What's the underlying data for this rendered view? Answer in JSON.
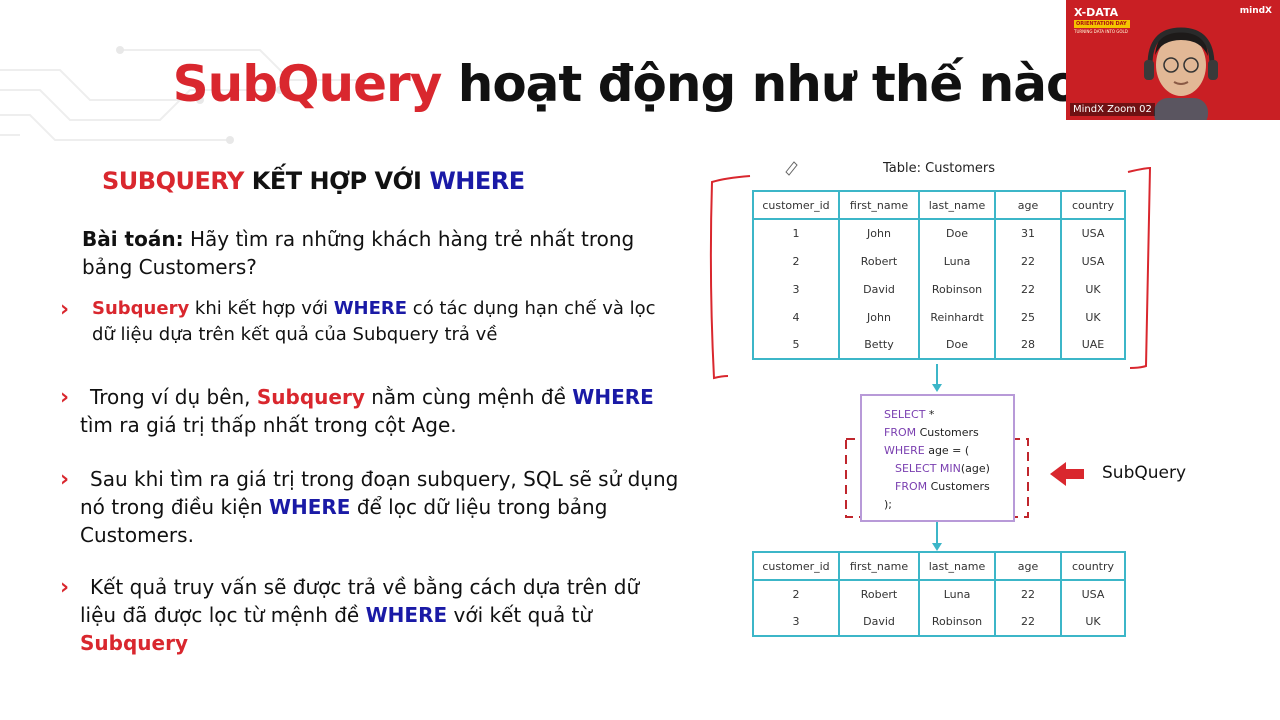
{
  "title": {
    "highlight": "SubQuery",
    "rest": " hoạt động như thế nào?"
  },
  "webcam": {
    "badge_line1": "X-DATA",
    "badge_line2": "ORIENTATION DAY",
    "badge_line3": "TURNING DATA INTO GOLD",
    "brand": "mindX",
    "caption": "MindX Zoom 02"
  },
  "subhead": {
    "part1": "SUBQUERY",
    "part2": " KẾT HỢP VỚI ",
    "part3": "WHERE"
  },
  "problem": {
    "label": "Bài toán:",
    "text": " Hãy tìm ra những khách hàng trẻ nhất trong bảng Customers?"
  },
  "bullets": [
    {
      "parts": [
        {
          "t": "Subquery",
          "c": "red"
        },
        {
          "t": " khi kết hợp với ",
          "c": ""
        },
        {
          "t": "WHERE",
          "c": "blue"
        },
        {
          "t": " có tác dụng hạn chế và lọc dữ liệu dựa trên kết quả của Subquery trả về",
          "c": ""
        }
      ]
    },
    {
      "parts": [
        {
          "t": "Trong ví dụ bên, ",
          "c": ""
        },
        {
          "t": "Subquery",
          "c": "red"
        },
        {
          "t": " nằm cùng mệnh đề ",
          "c": ""
        },
        {
          "t": "WHERE",
          "c": "blue"
        },
        {
          "t": " tìm ra giá trị thấp nhất trong cột Age.",
          "c": ""
        }
      ]
    },
    {
      "parts": [
        {
          "t": "Sau khi tìm ra giá trị trong đoạn subquery, SQL sẽ sử dụng nó trong điều kiện ",
          "c": ""
        },
        {
          "t": "WHERE",
          "c": "blue"
        },
        {
          "t": " để lọc dữ liệu trong bảng Customers.",
          "c": ""
        }
      ]
    },
    {
      "parts": [
        {
          "t": "Kết quả truy vấn sẽ được trả về bằng cách dựa trên dữ liệu đã được lọc từ mệnh đề ",
          "c": ""
        },
        {
          "t": "WHERE",
          "c": "blue"
        },
        {
          "t": " với kết quả từ ",
          "c": ""
        },
        {
          "t": "Subquery",
          "c": "red"
        }
      ]
    }
  ],
  "table_caption": "Table: Customers",
  "columns": [
    "customer_id",
    "first_name",
    "last_name",
    "age",
    "country"
  ],
  "customers": [
    [
      "1",
      "John",
      "Doe",
      "31",
      "USA"
    ],
    [
      "2",
      "Robert",
      "Luna",
      "22",
      "USA"
    ],
    [
      "3",
      "David",
      "Robinson",
      "22",
      "UK"
    ],
    [
      "4",
      "John",
      "Reinhardt",
      "25",
      "UK"
    ],
    [
      "5",
      "Betty",
      "Doe",
      "28",
      "UAE"
    ]
  ],
  "results": [
    [
      "2",
      "Robert",
      "Luna",
      "22",
      "USA"
    ],
    [
      "3",
      "David",
      "Robinson",
      "22",
      "UK"
    ]
  ],
  "sql": {
    "l1k": "SELECT",
    "l1": " *",
    "l2k": "FROM",
    "l2": " Customers",
    "l3k": "WHERE",
    "l3": " age = (",
    "l4k": "SELECT",
    "l4m": " MIN",
    "l4": "(age)",
    "l5k": "FROM",
    "l5": " Customers",
    "l6": ");"
  },
  "subquery_label": "SubQuery",
  "colors": {
    "red": "#d9272e",
    "blue": "#1a1aa6",
    "teal": "#3cb6c8",
    "purple": "#b89ad8",
    "dash": "#c0262d"
  }
}
